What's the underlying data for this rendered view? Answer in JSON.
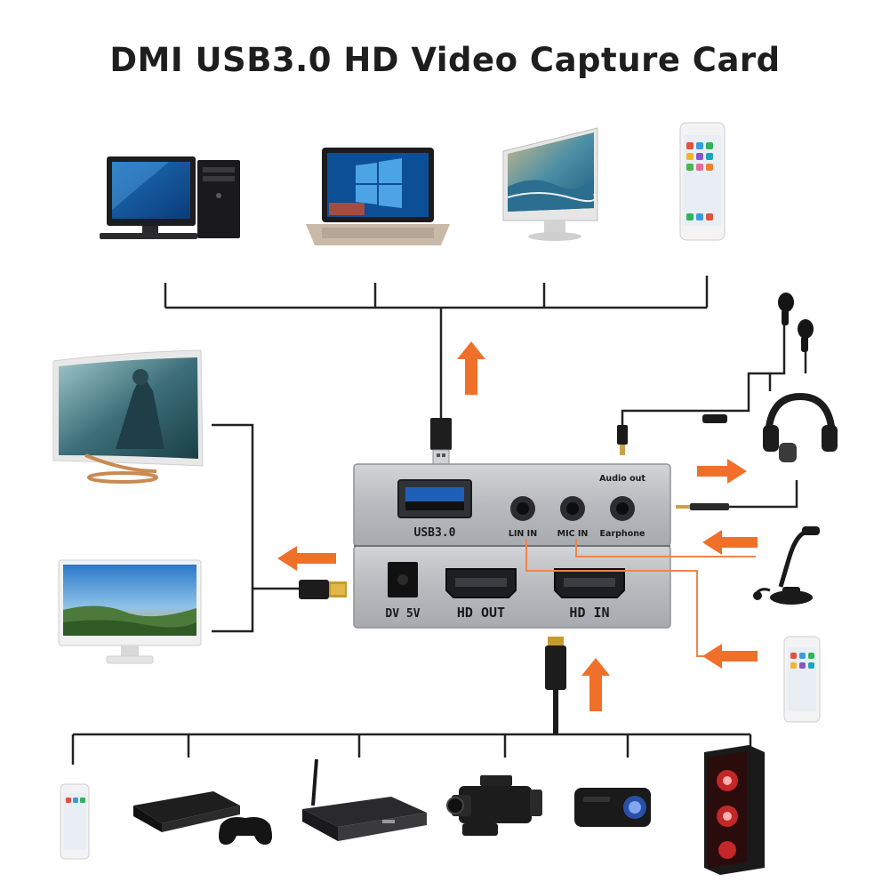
{
  "title": "DMI USB3.0 HD Video Capture Card",
  "ports": {
    "usb": "USB3.0",
    "line_in": "LIN IN",
    "mic_in": "MIC IN",
    "earphone": "Earphone",
    "audio_out": "Audio out",
    "dc": "DV 5V",
    "hd_out": "HD OUT",
    "hd_in": "HD IN"
  },
  "colors": {
    "arrow": "#f0702a",
    "device_body": "#b9bcc0",
    "line": "#222222",
    "orange_line": "#f2844a"
  },
  "icons": {
    "top_row": [
      "desktop-pc-icon",
      "laptop-icon",
      "all-in-one-pc-icon",
      "smartphone-icon"
    ],
    "left_column": [
      "curved-monitor-icon",
      "flat-monitor-icon"
    ],
    "right_column": [
      "earphones-icon",
      "headphones-icon",
      "microphone-icon",
      "smartphone-icon"
    ],
    "bottom_row": [
      "smartphone-icon",
      "game-console-icon",
      "set-top-box-icon",
      "camcorder-icon",
      "projector-icon",
      "gaming-pc-icon"
    ]
  }
}
